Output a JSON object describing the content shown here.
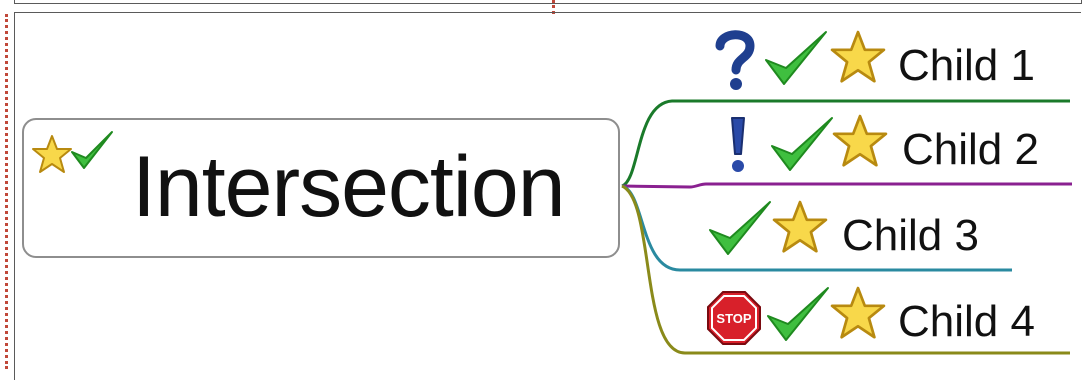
{
  "central_topic": {
    "label": "Intersection",
    "markers": [
      "star-icon",
      "checkmark-icon"
    ]
  },
  "children": [
    {
      "label": "Child 1",
      "markers": [
        "question-icon",
        "checkmark-icon",
        "star-icon"
      ],
      "branch_color": "#1a7a2a"
    },
    {
      "label": "Child 2",
      "markers": [
        "exclamation-icon",
        "checkmark-icon",
        "star-icon"
      ],
      "branch_color": "#8a2090"
    },
    {
      "label": "Child 3",
      "markers": [
        "checkmark-icon",
        "star-icon"
      ],
      "branch_color": "#2a8aa0"
    },
    {
      "label": "Child 4",
      "markers": [
        "stop-sign-icon",
        "checkmark-icon",
        "star-icon"
      ],
      "branch_color": "#8a8a1a"
    }
  ],
  "stop_sign_text": "STOP"
}
